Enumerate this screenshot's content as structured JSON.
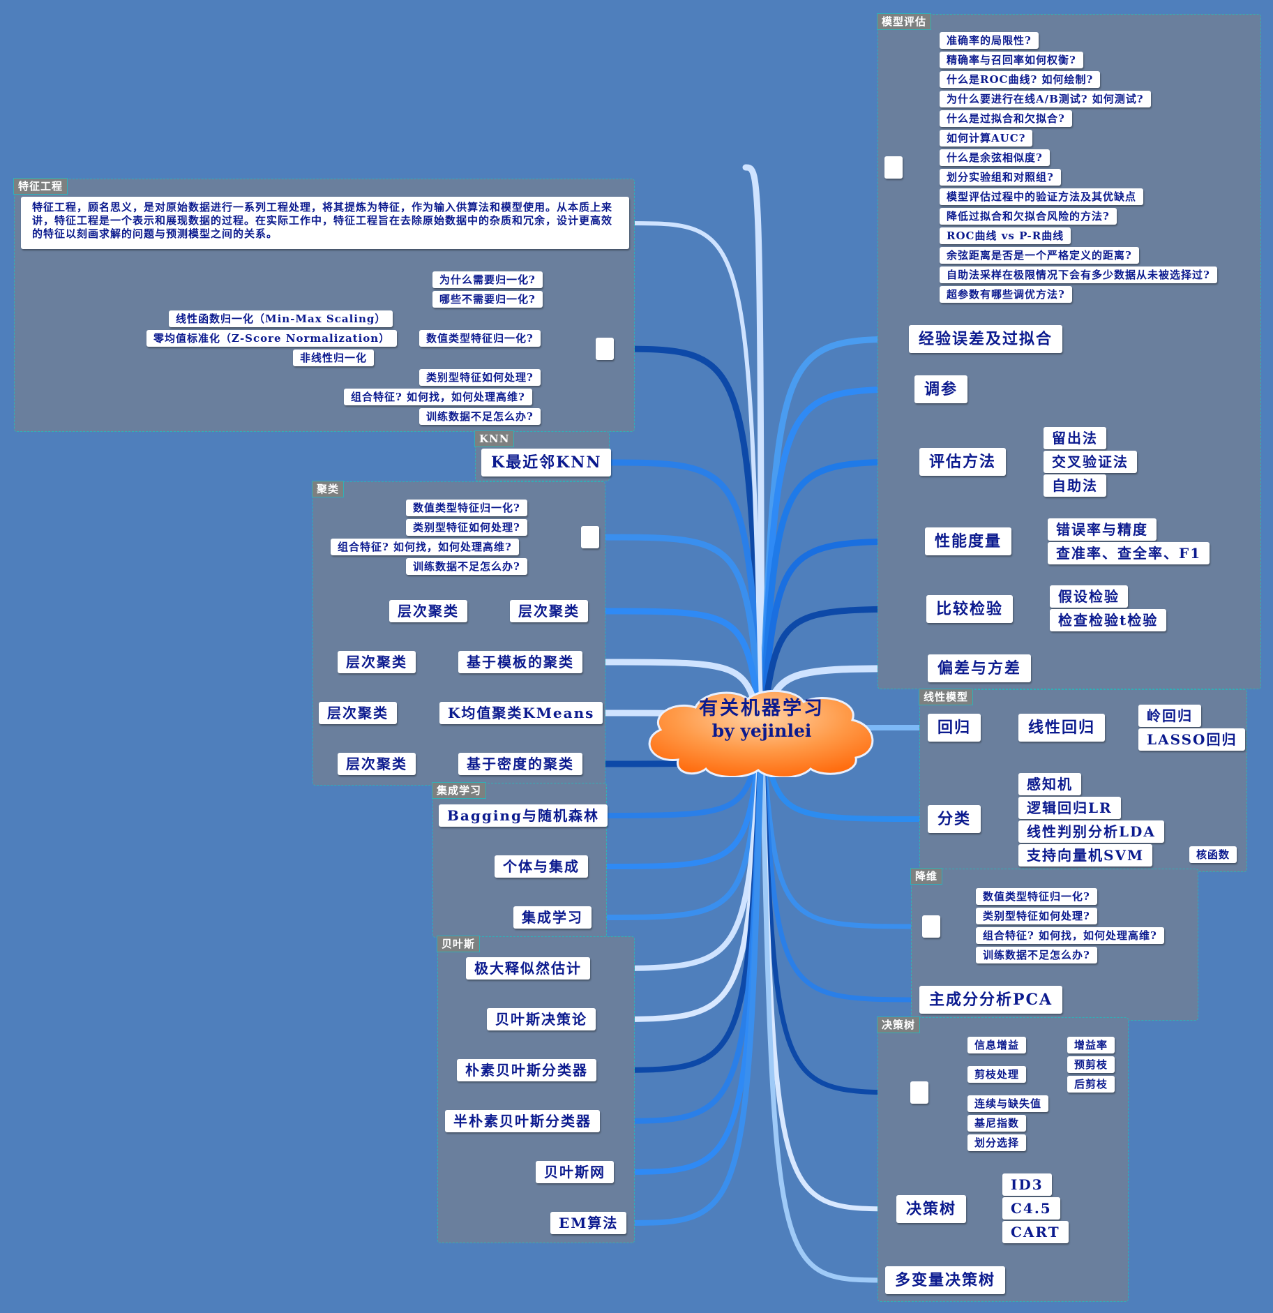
{
  "central": {
    "line1": "有关机器学习",
    "line2": "by yejinlei"
  },
  "feature_eng": {
    "title": "特征工程",
    "desc": "特征工程，顾名思义，是对原始数据进行一系列工程处理，将其提炼为特征，作为输入供算法和模型使用。从本质上来讲，特征工程是一个表示和展现数据的过程。在实际工作中，特征工程旨在去除原始数据中的杂质和冗余，设计更高效的特征以刻画求解的问题与预测模型之间的关系。",
    "items": [
      "为什么需要归一化?",
      "哪些不需要归一化?",
      "数值类型特征归一化?",
      "类别型特征如何处理?",
      "组合特征? 如何找，如何处理高维?",
      "训练数据不足怎么办?"
    ],
    "norm_methods": [
      "线性函数归一化（Min-Max Scaling）",
      "零均值标准化（Z-Score Normalization）",
      "非线性归一化"
    ]
  },
  "knn": {
    "title": "KNN",
    "item": "K最近邻KNN"
  },
  "clustering": {
    "title": "聚类",
    "sub": [
      "数值类型特征归一化?",
      "类别型特征如何处理?",
      "组合特征? 如何找，如何处理高维?",
      "训练数据不足怎么办?"
    ],
    "items": [
      "层次聚类",
      "基于模板的聚类",
      "K均值聚类KMeans",
      "基于密度的聚类"
    ],
    "children": [
      "层次聚类",
      "层次聚类",
      "层次聚类",
      "层次聚类"
    ]
  },
  "ensemble": {
    "title": "集成学习",
    "items": [
      "Bagging与随机森林",
      "个体与集成",
      "集成学习"
    ]
  },
  "bayes": {
    "title": "贝叶斯",
    "items": [
      "极大释似然估计",
      "贝叶斯决策论",
      "朴素贝叶斯分类器",
      "半朴素贝叶斯分类器",
      "贝叶斯网",
      "EM算法"
    ]
  },
  "model_eval": {
    "title": "模型评估",
    "questions": [
      "准确率的局限性?",
      "精确率与召回率如何权衡?",
      "什么是ROC曲线? 如何绘制?",
      "为什么要进行在线A/B测试? 如何测试?",
      "什么是过拟合和欠拟合?",
      "如何计算AUC?",
      "什么是余弦相似度?",
      "划分实验组和对照组?",
      "模型评估过程中的验证方法及其优缺点",
      "降低过拟合和欠拟合风险的方法?",
      "ROC曲线 vs P-R曲线",
      "余弦距离是否是一个严格定义的距离?",
      "自助法采样在极限情况下会有多少数据从未被选择过?",
      "超参数有哪些调优方法?"
    ],
    "overfit": "经验误差及过拟合",
    "tuning": "调参",
    "methods": {
      "label": "评估方法",
      "children": [
        "留出法",
        "交叉验证法",
        "自助法"
      ]
    },
    "perf": {
      "label": "性能度量",
      "children": [
        "错误率与精度",
        "查准率、查全率、F1"
      ]
    },
    "compare": {
      "label": "比较检验",
      "children": [
        "假设检验",
        "检查检验t检验"
      ]
    },
    "bias": "偏差与方差"
  },
  "linear": {
    "title": "线性模型",
    "regression": "回归",
    "linreg": "线性回归",
    "reg_children": [
      "岭回归",
      "LASSO回归"
    ],
    "classification": "分类",
    "cls_children": [
      "感知机",
      "逻辑回归LR",
      "线性判别分析LDA",
      "支持向量机SVM"
    ],
    "kernel": "核函数"
  },
  "dimred": {
    "title": "降维",
    "sub": [
      "数值类型特征归一化?",
      "类别型特征如何处理?",
      "组合特征? 如何找，如何处理高维?",
      "训练数据不足怎么办?"
    ],
    "pca": "主成分分析PCA"
  },
  "dtree": {
    "title": "决策树",
    "info_gain": "信息增益",
    "gain_ratio": "增益率",
    "pruning": "剪枝处理",
    "prune_children": [
      "预剪枝",
      "后剪枝"
    ],
    "others": [
      "连续与缺失值",
      "基尼指数",
      "划分选择"
    ],
    "tree": "决策树",
    "algos": [
      "ID3",
      "C4.5",
      "CART"
    ],
    "multi": "多变量决策树"
  },
  "colors": {
    "background": "#4f7fbc",
    "panel": "#6a7f9d",
    "node_text": "#0b1a8e",
    "cloud_light": "#ffb070",
    "cloud_dark": "#ff7a1c"
  }
}
